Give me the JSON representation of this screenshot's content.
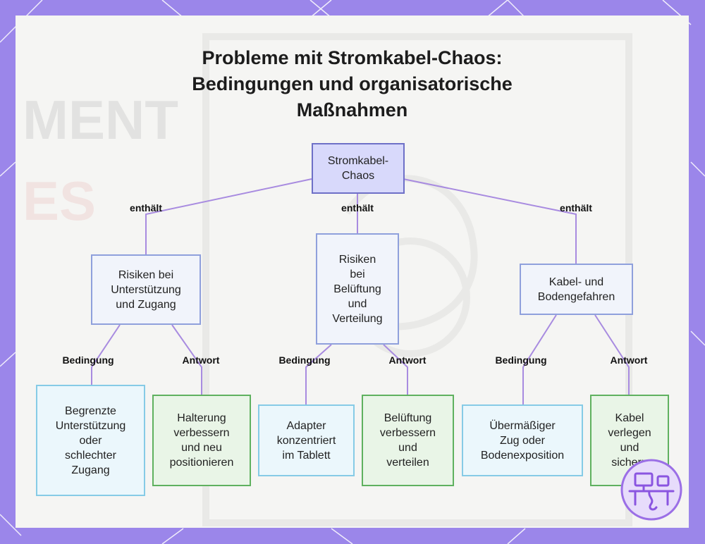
{
  "diagram": {
    "title_lines": [
      "Probleme mit Stromkabel-Chaos:",
      "Bedingungen und organisatorische",
      "Maßnahmen"
    ],
    "root": {
      "lines": [
        "Stromkabel-",
        "Chaos"
      ]
    },
    "edge_labels": {
      "contains": "enthält",
      "condition": "Bedingung",
      "response": "Antwort"
    },
    "categories": [
      {
        "lines": [
          "Risiken bei",
          "Unterstützung",
          "und Zugang"
        ],
        "condition": [
          "Begrenzte",
          "Unterstützung",
          "oder",
          "schlechter",
          "Zugang"
        ],
        "response": [
          "Halterung",
          "verbessern",
          "und neu",
          "positionieren"
        ]
      },
      {
        "lines": [
          "Risiken",
          "bei",
          "Belüftung",
          "und",
          "Verteilung"
        ],
        "condition": [
          "Adapter",
          "konzentriert",
          "im Tablett"
        ],
        "response": [
          "Belüftung",
          "verbessern",
          "und",
          "verteilen"
        ]
      },
      {
        "lines": [
          "Kabel- und",
          "Bodengefahren"
        ],
        "condition": [
          "Übermäßiger",
          "Zug oder",
          "Bodenexposition"
        ],
        "response": [
          "Kabel",
          "verlegen",
          "und",
          "sichern"
        ]
      }
    ]
  },
  "logo_icon": "desk-computer-cable-icon",
  "colors": {
    "frame": "#9b86ea",
    "edge": "#a88be0",
    "root_fill": "#d8d9fb",
    "category_fill": "#f1f4fb",
    "condition_fill": "#ebf7fc",
    "response_fill": "#e9f5e7"
  }
}
